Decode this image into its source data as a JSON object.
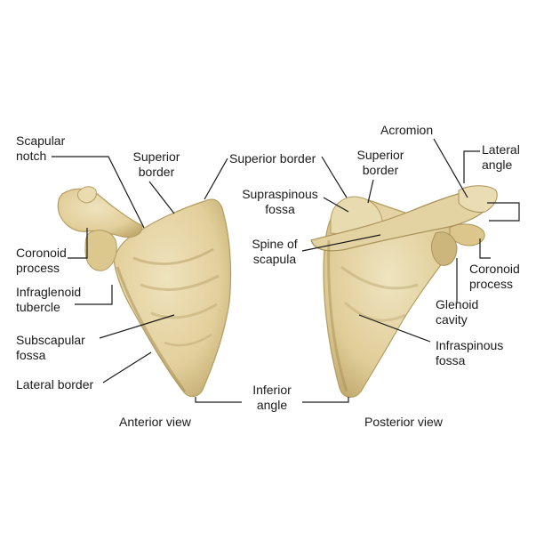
{
  "views": {
    "anterior": "Anterior view",
    "posterior": "Posterior view"
  },
  "labels": {
    "scapular_notch": [
      "Scapular",
      "notch"
    ],
    "superior_border_left": [
      "Superior",
      "border"
    ],
    "superior_border_center": [
      "Superior border"
    ],
    "supraspinous_fossa": [
      "Supraspinous",
      "fossa"
    ],
    "superior_border_right": [
      "Superior",
      "border"
    ],
    "acromion": [
      "Acromion"
    ],
    "lateral_angle": [
      "Lateral",
      "angle"
    ],
    "coronoid_process_left": [
      "Coronoid",
      "process"
    ],
    "spine_of_scapula": [
      "Spine of",
      "scapula"
    ],
    "coronoid_process_right": [
      "Coronoid",
      "process"
    ],
    "infraglenoid_tubercle": [
      "Infraglenoid",
      "tubercle"
    ],
    "glenoid_cavity": [
      "Glenoid",
      "cavity"
    ],
    "subscapular_fossa": [
      "Subscapular",
      "fossa"
    ],
    "infraspinous_fossa": [
      "Infraspinous",
      "fossa"
    ],
    "lateral_border": [
      "Lateral border"
    ],
    "inferior_angle": [
      "Inferior",
      "angle"
    ]
  },
  "colors": {
    "bone": "#e6d6a8",
    "bone_shadow": "#c9b47c",
    "bone_dark": "#a8925a",
    "line": "#1a1a1a"
  }
}
